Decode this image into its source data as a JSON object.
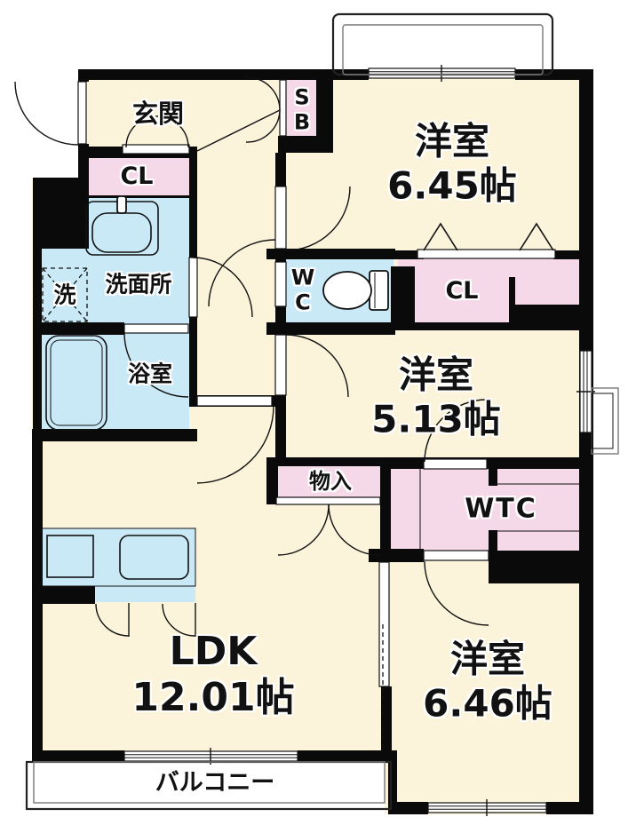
{
  "title": "3LDK apartment floor plan",
  "colors": {
    "cream": "#fcf4da",
    "pink": "#f6d9e9",
    "blue": "#c9e9f7",
    "wall": "#0a0a0a"
  },
  "rooms": {
    "genkan": {
      "label": "玄関"
    },
    "closet_entry": {
      "label": "CL"
    },
    "washroom": {
      "label": "洗面所"
    },
    "laundry": {
      "label": "洗"
    },
    "bathroom": {
      "label": "浴室"
    },
    "wc": {
      "line1": "W",
      "line2": "C"
    },
    "shoebox": {
      "line1": "S",
      "line2": "B"
    },
    "western1": {
      "label": "洋室",
      "size": "6.45帖"
    },
    "closet_w1": {
      "label": "CL"
    },
    "western2": {
      "label": "洋室",
      "size": "5.13帖"
    },
    "storage": {
      "label": "物入"
    },
    "wtc": {
      "label": "WTC"
    },
    "ldk": {
      "label": "LDK",
      "size": "12.01帖"
    },
    "western3": {
      "label": "洋室",
      "size": "6.46帖"
    },
    "balcony": {
      "label": "バルコニー"
    }
  }
}
